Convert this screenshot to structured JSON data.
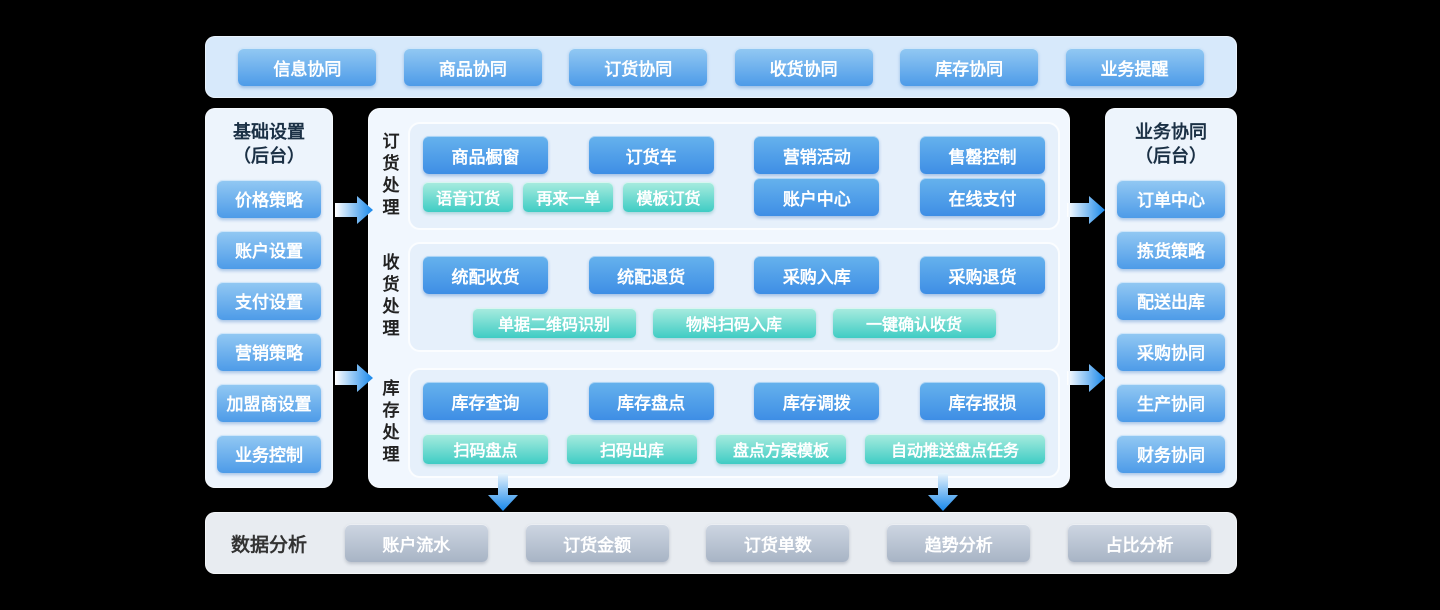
{
  "colors": {
    "page_bg": "#000000",
    "top_panel_bg": "#d7e9fb",
    "side_panel_bg": "#edf4fc",
    "middle_panel_bg": "#f1f7fe",
    "row_panel_bg": "#e6f0fb",
    "bottom_panel_bg": "#e8ecf1",
    "blue_button_top": "#93c9f3",
    "blue_button_bottom": "#4d9be8",
    "mid_blue_button_top": "#66b2ed",
    "mid_blue_button_bottom": "#3e8ee5",
    "teal_button_top": "#a9ecdf",
    "teal_button_bottom": "#3fccc4",
    "gray_button_top": "#ced6e2",
    "gray_button_bottom": "#a8b4c5",
    "arrow_blue": "#1787ea",
    "header_text": "#1b3045"
  },
  "top_bar": {
    "items": [
      "信息协同",
      "商品协同",
      "订货协同",
      "收货协同",
      "库存协同",
      "业务提醒"
    ]
  },
  "left_panel": {
    "title_line1": "基础设置",
    "title_line2": "（后台）",
    "items": [
      "价格策略",
      "账户设置",
      "支付设置",
      "营销策略",
      "加盟商设置",
      "业务控制"
    ]
  },
  "middle": {
    "rows": [
      {
        "label": "订货处理",
        "line1": [
          "商品橱窗",
          "订货车",
          "营销活动",
          "售罄控制"
        ],
        "line2_teal": [
          "语音订货",
          "再来一单",
          "模板订货"
        ],
        "line2_blue": [
          "账户中心",
          "在线支付"
        ]
      },
      {
        "label": "收货处理",
        "line1": [
          "统配收货",
          "统配退货",
          "采购入库",
          "采购退货"
        ],
        "line2_teal": [
          "单据二维码识别",
          "物料扫码入库",
          "一键确认收货"
        ]
      },
      {
        "label": "库存处理",
        "line1": [
          "库存查询",
          "库存盘点",
          "库存调拨",
          "库存报损"
        ],
        "line2_teal": [
          "扫码盘点",
          "扫码出库",
          "盘点方案模板",
          "自动推送盘点任务"
        ]
      }
    ]
  },
  "right_panel": {
    "title_line1": "业务协同",
    "title_line2": "（后台）",
    "items": [
      "订单中心",
      "拣货策略",
      "配送出库",
      "采购协同",
      "生产协同",
      "财务协同"
    ]
  },
  "bottom_panel": {
    "label": "数据分析",
    "items": [
      "账户流水",
      "订货金额",
      "订货单数",
      "趋势分析",
      "占比分析"
    ]
  }
}
